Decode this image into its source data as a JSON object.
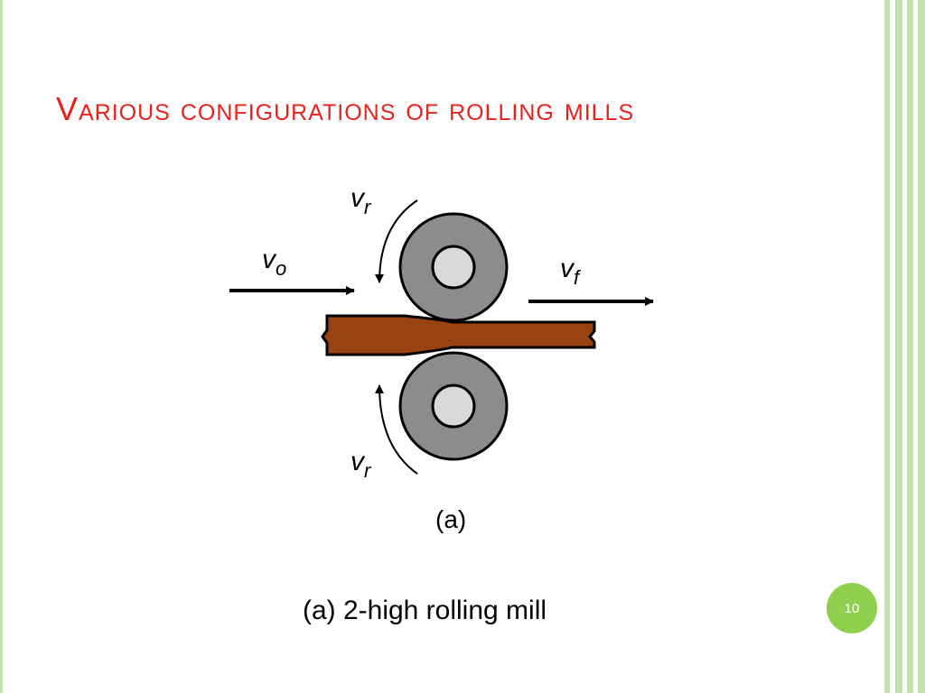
{
  "slide": {
    "title": "Various configurations of rolling mills",
    "caption": "(a) 2-high rolling mill",
    "page_number": "10"
  },
  "diagram": {
    "label_roll_speed_top": "v",
    "label_roll_speed_top_sub": "r",
    "label_roll_speed_bottom": "v",
    "label_roll_speed_bottom_sub": "r",
    "label_entry_speed": "v",
    "label_entry_speed_sub": "o",
    "label_exit_speed": "v",
    "label_exit_speed_sub": "f",
    "sublabel": "(a)"
  },
  "colors": {
    "title": "#e8231c",
    "workpiece": "#9b4212",
    "roll": "#8c8c8c",
    "roll_hub": "#d9d9d9",
    "page_badge": "#8fd14f",
    "frame_green": "#c2e3b0"
  }
}
